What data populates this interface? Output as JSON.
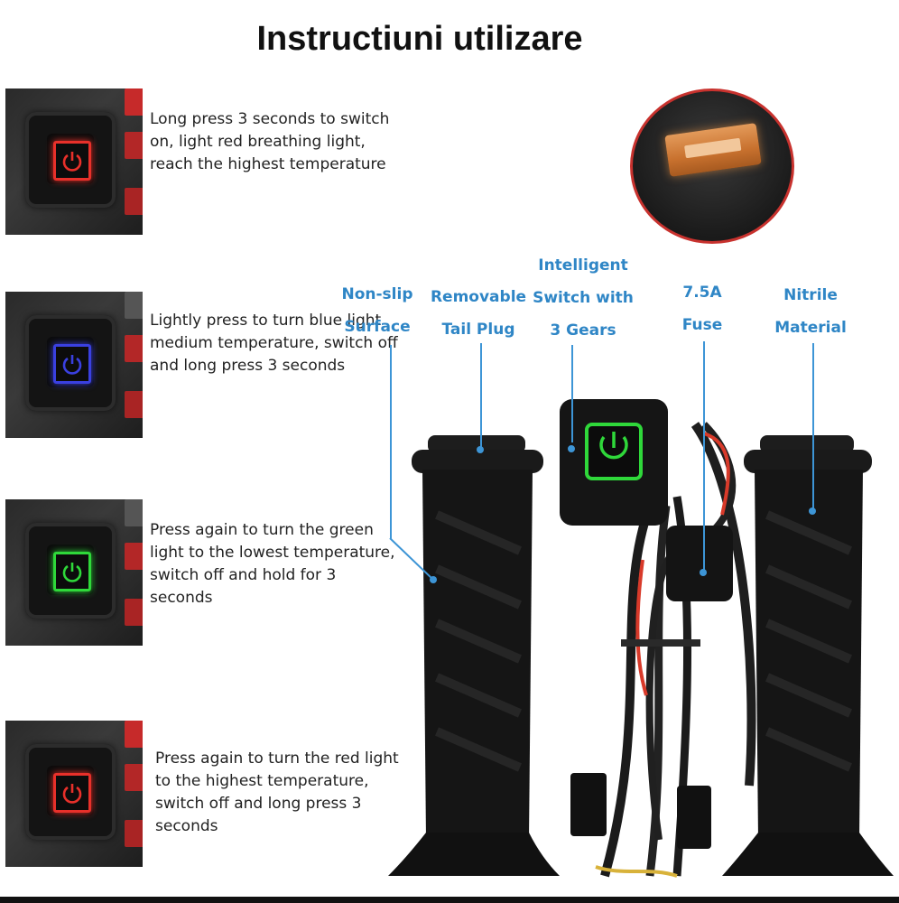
{
  "title": "Instructiuni utilizare",
  "steps": [
    {
      "text": "Long press 3 seconds to switch on, light red breathing light, reach the highest temperature",
      "led_color": "#e8302a"
    },
    {
      "text": "Lightly press to turn blue light medium temperature, switch off and long press 3 seconds",
      "led_color": "#3a40e0"
    },
    {
      "text": "Press again to turn the green light to the lowest temperature, switch off and hold for 3 seconds",
      "led_color": "#2fd83a"
    },
    {
      "text": "Press again to turn the red light to the highest temperature, switch off and long press 3 seconds",
      "led_color": "#e8302a"
    }
  ],
  "callouts": {
    "non_slip": {
      "line1": "Non-slip",
      "line2": "Surface"
    },
    "tail_plug": {
      "line1": "Removable",
      "line2": "Tail Plug"
    },
    "switch": {
      "line1": "Intelligent",
      "line2": "Switch with",
      "line3": "3 Gears"
    },
    "fuse": {
      "line1": "7.5A",
      "line2": "Fuse"
    },
    "material": {
      "line1": "Nitrile",
      "line2": "Material"
    }
  },
  "colors": {
    "accent": "#2f86c6",
    "switch_led": "#2fd83a",
    "wire_red": "#d83a2a"
  }
}
